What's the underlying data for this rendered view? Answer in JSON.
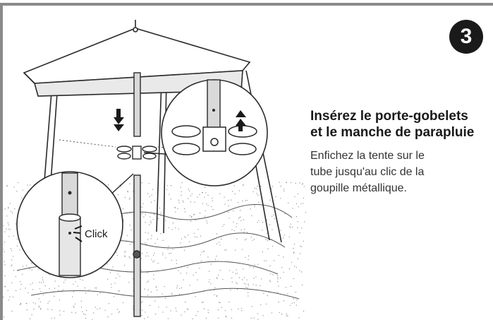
{
  "step": {
    "number": "3"
  },
  "instruction": {
    "title_lines": [
      "Insérez le porte-gobelets",
      "et le manche de parapluie"
    ],
    "body_lines": [
      "Enfichez la tente sur le",
      "tube jusqu'au clic de la",
      "goupille métallique."
    ]
  },
  "illustration": {
    "click_label": "Click",
    "colors": {
      "line": "#2a2a2a",
      "canopy_shade": "#e9e9e9",
      "pole": "#bdbdbd",
      "frame": "#8a8a8a"
    }
  }
}
